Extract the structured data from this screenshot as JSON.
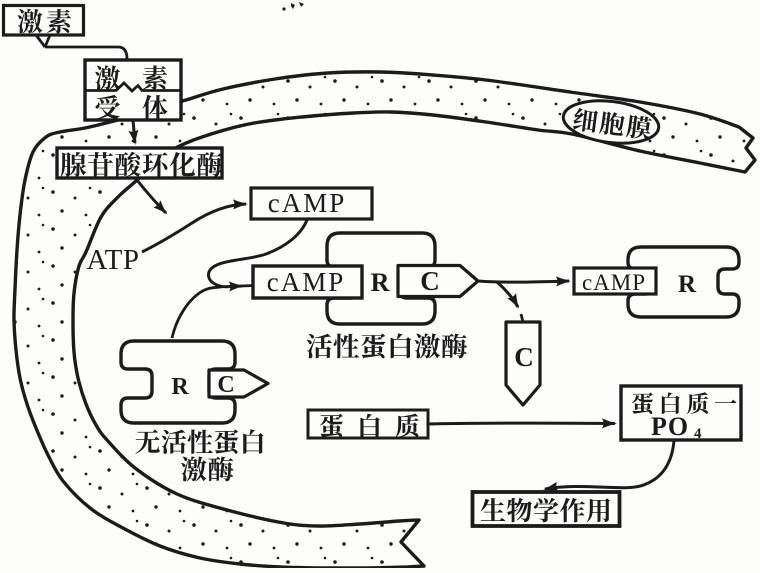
{
  "figure": {
    "nodes": {
      "hormone": "激素",
      "receptor_line1": "激素",
      "receptor_line2": "受体",
      "membrane": "细胞膜",
      "adenylate_cyclase": "腺苷酸环化酶",
      "atp": "ATP",
      "camp_free": "cAMP",
      "camp_bound": "cAMP",
      "camp_right": "cAMP",
      "r_active": "R",
      "r_inactive": "R",
      "r_right": "R",
      "c_active": "C",
      "c_inactive": "C",
      "c_free": "C",
      "active_kinase_caption": "活性蛋白激酶",
      "inactive_kinase_caption_line1": "无活性蛋白",
      "inactive_kinase_caption_line2": "激酶",
      "protein": "蛋白质",
      "protein_po4_line1": "蛋白质一",
      "protein_po4_base": "PO",
      "protein_po4_sub": "4",
      "bio_effect": "生物学作用"
    },
    "colors": {
      "ink": "#1b1b1b",
      "paper": "#fdfdfb"
    }
  }
}
